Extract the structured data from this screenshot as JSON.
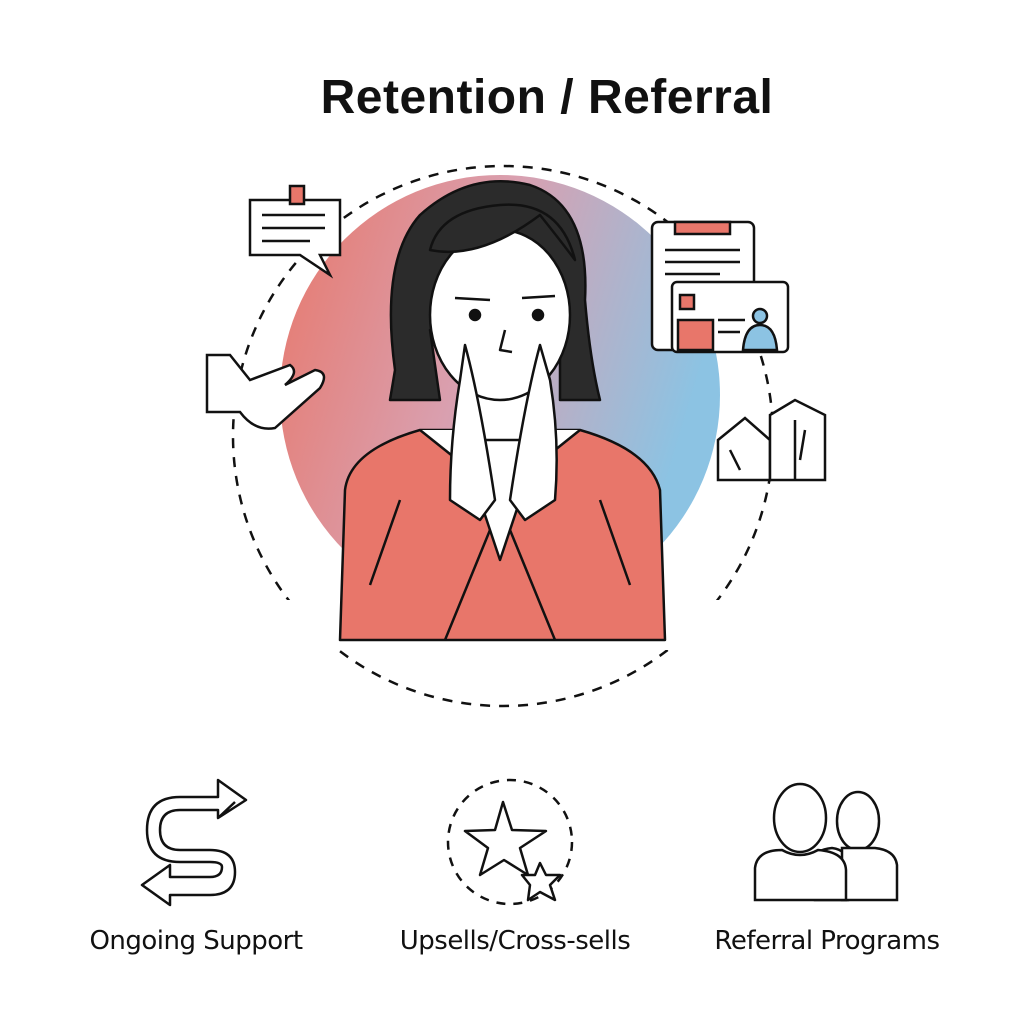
{
  "title": "Retention / Referral",
  "colors": {
    "accent_red": "#e8766a",
    "accent_blue": "#8fc0e0",
    "ink": "#111111"
  },
  "features": [
    {
      "label": "Ongoing Support",
      "icon": "s-arrows-icon"
    },
    {
      "label": "Upsells/Cross-sells",
      "icon": "stars-icon"
    },
    {
      "label": "Referral Programs",
      "icon": "people-icon"
    }
  ]
}
